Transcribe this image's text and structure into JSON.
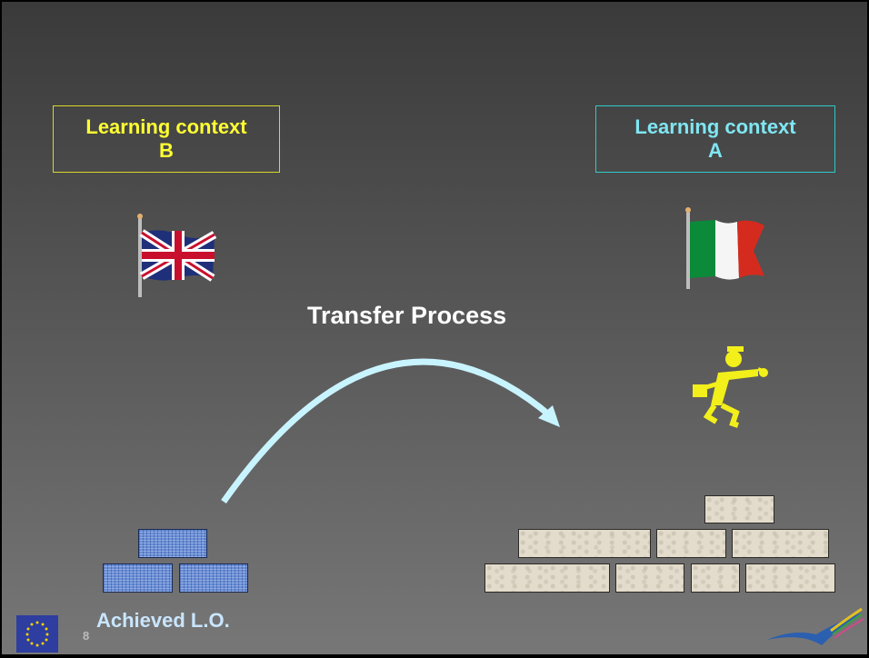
{
  "slide": {
    "page_number": "8",
    "title": "Transfer Process",
    "context_b": {
      "line1": "Learning context",
      "line2": "B"
    },
    "context_a": {
      "line1": "Learning context",
      "line2": "A"
    },
    "caption": "Achieved L.O."
  },
  "icons": {
    "uk_flag": "uk-flag-icon",
    "italy_flag": "italy-flag-icon",
    "worker": "worker-carrying-briefcase-icon",
    "eu_flag": "eu-flag-icon",
    "logo": "swoosh-logo-icon"
  },
  "colors": {
    "context_b_text": "#ffff33",
    "context_a_text": "#7fe6f2",
    "arrow": "#c8f4ff",
    "caption": "#c9e6ff"
  }
}
